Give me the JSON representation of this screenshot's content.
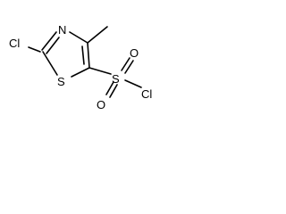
{
  "molecule": {
    "atoms": {
      "cl_left": "Cl",
      "n_ring": "N",
      "s_ring": "S",
      "s_sulfonyl": "S",
      "o_top": "O",
      "o_bottom": "O",
      "cl_right": "Cl"
    },
    "colors": {
      "ink": "#000000",
      "background": "#ffffff"
    }
  }
}
